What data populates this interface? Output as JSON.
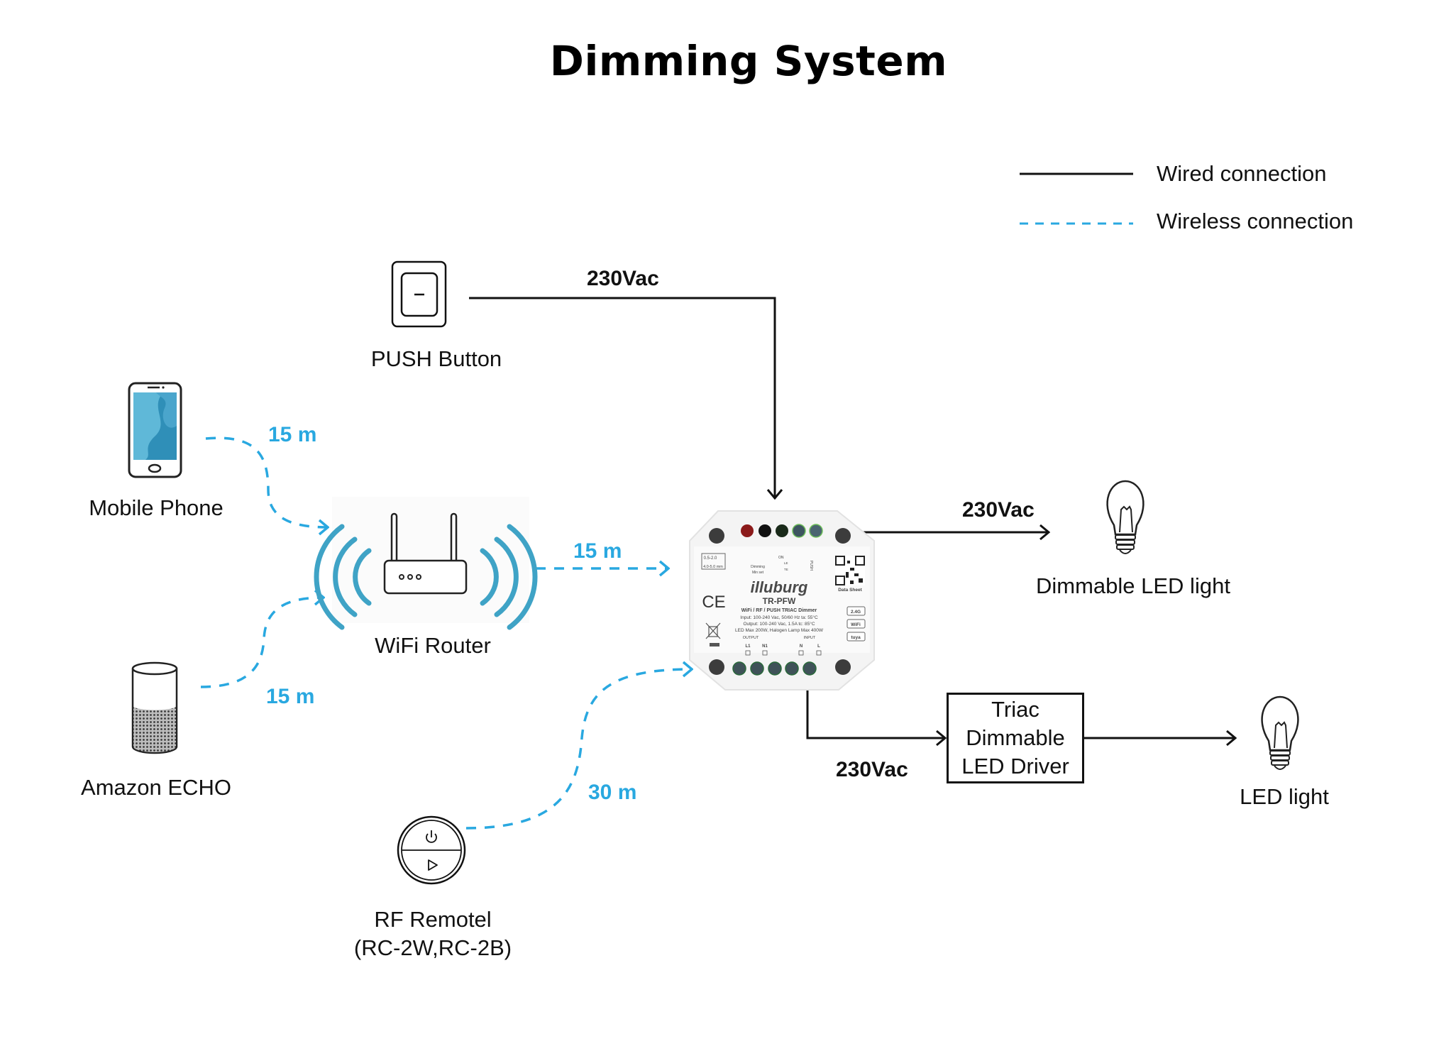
{
  "title": "Dimming System",
  "legend": {
    "wired": "Wired connection",
    "wireless": "Wireless connection"
  },
  "colors": {
    "wired": "#111111",
    "wireless": "#29A8E0",
    "router_waves": "#3FA3C6"
  },
  "nodes": {
    "push_button": {
      "label": "PUSH Button",
      "icon": "push-button-icon"
    },
    "mobile_phone": {
      "label": "Mobile Phone",
      "icon": "smartphone-icon"
    },
    "wifi_router": {
      "label": "WiFi Router",
      "icon": "wifi-router-icon"
    },
    "amazon_echo": {
      "label": "Amazon ECHO",
      "icon": "smart-speaker-icon"
    },
    "rf_remote": {
      "label_line1": "RF Remotel",
      "label_line2": "(RC-2W,RC-2B)",
      "icon": "rf-remote-icon"
    },
    "dimmable_led": {
      "label": "Dimmable LED light",
      "icon": "light-bulb-icon"
    },
    "led_light": {
      "label": "LED light",
      "icon": "light-bulb-icon"
    },
    "driver": {
      "line1": "Triac",
      "line2": "Dimmable",
      "line3": "LED Driver"
    }
  },
  "device": {
    "brand": "illuburg",
    "model": "TR-PFW",
    "subtitle": "WiFi / RF / PUSH TRIAC Dimmer",
    "spec1": "Input: 100-240 Vac, 50/60 Hz   ta: 55°C",
    "spec2": "Output: 100-240 Vac, 1.5A      tc: 85°C",
    "spec3": "LED Max 200W, Halogen Lamp Max 400W",
    "data_sheet": "Data Sheet",
    "wire_spec1": "0.5-2.0",
    "wire_spec2": "4.0-5.0 mm",
    "dimming": "Dimming",
    "min_set": "Min set",
    "switch_on": "ON",
    "le": "LE",
    "te": "TE",
    "push": "PUSH",
    "output": "OUTPUT",
    "input": "INPUT",
    "l1": "L1",
    "n1": "N1",
    "n": "N",
    "l": "L",
    "badge_24g": "2.4G",
    "badge_wifi": "WiFi",
    "badge_tuya": "tuya",
    "ce": "CE"
  },
  "connections": {
    "push_to_dimmer": "230Vac",
    "dimmer_to_dimmable_led": "230Vac",
    "dimmer_to_driver": "230Vac",
    "phone_to_router": "15 m",
    "echo_to_router": "15 m",
    "router_to_dimmer": "15 m",
    "remote_to_dimmer": "30 m"
  }
}
